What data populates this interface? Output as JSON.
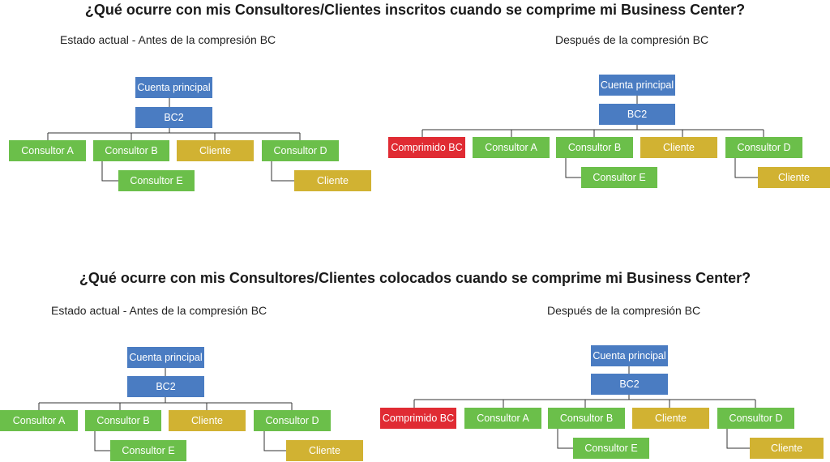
{
  "section1": {
    "title": "¿Qué ocurre con mis Consultores/Clientes inscritos cuando se comprime mi Business Center?",
    "before_label": "Estado actual - Antes de la compresión BC",
    "after_label": "Después de la compresión BC"
  },
  "section2": {
    "title": "¿Qué ocurre con mis Consultores/Clientes colocados cuando se comprime mi Business Center?",
    "before_label": "Estado actual - Antes de la compresión BC",
    "after_label": "Después de la compresión BC"
  },
  "nodes": {
    "root": "Cuenta principal",
    "bc2": "BC2",
    "compressed": "Comprimido BC",
    "consultor_a": "Consultor A",
    "consultor_b": "Consultor B",
    "consultor_d": "Consultor D",
    "consultor_e": "Consultor E",
    "cliente": "Cliente"
  },
  "colors": {
    "account": "#4a7cc2",
    "consultant": "#6bbf4a",
    "client": "#d1b232",
    "compressed": "#e02b33"
  }
}
